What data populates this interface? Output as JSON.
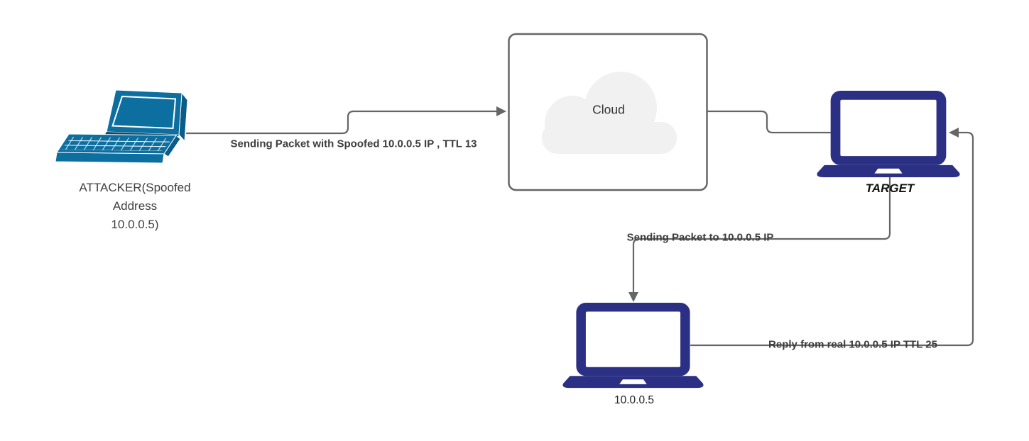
{
  "nodes": {
    "attacker": {
      "label": "ATTACKER(Spoofed\nAddress\n10.0.0.5)",
      "icon": "laptop-3d-icon"
    },
    "cloud": {
      "label": "Cloud",
      "icon": "cloud-icon"
    },
    "target": {
      "label": "TARGET",
      "icon": "laptop-icon"
    },
    "real_host": {
      "label": "10.0.0.5",
      "icon": "laptop-icon"
    }
  },
  "edges": {
    "attacker_to_cloud": {
      "label": "Sending Packet with Spoofed 10.0.0.5 IP , TTL 13"
    },
    "target_to_real": {
      "label": "Sending Packet to 10.0.0.5 IP"
    },
    "real_to_target": {
      "label": "Reply from real 10.0.0.5 IP TTL 25"
    }
  },
  "colors": {
    "connector": "#666666",
    "laptop_navy": "#2b3084",
    "laptop_teal": "#0d6ea0",
    "laptop_teal_dark": "#0a5d8a",
    "laptop_hinge": "#0a4a6e",
    "cloud_fill": "#f1f1f1",
    "cloud_border": "#666666",
    "screen_white": "#ffffff",
    "label_text": "#3d3d3d"
  }
}
